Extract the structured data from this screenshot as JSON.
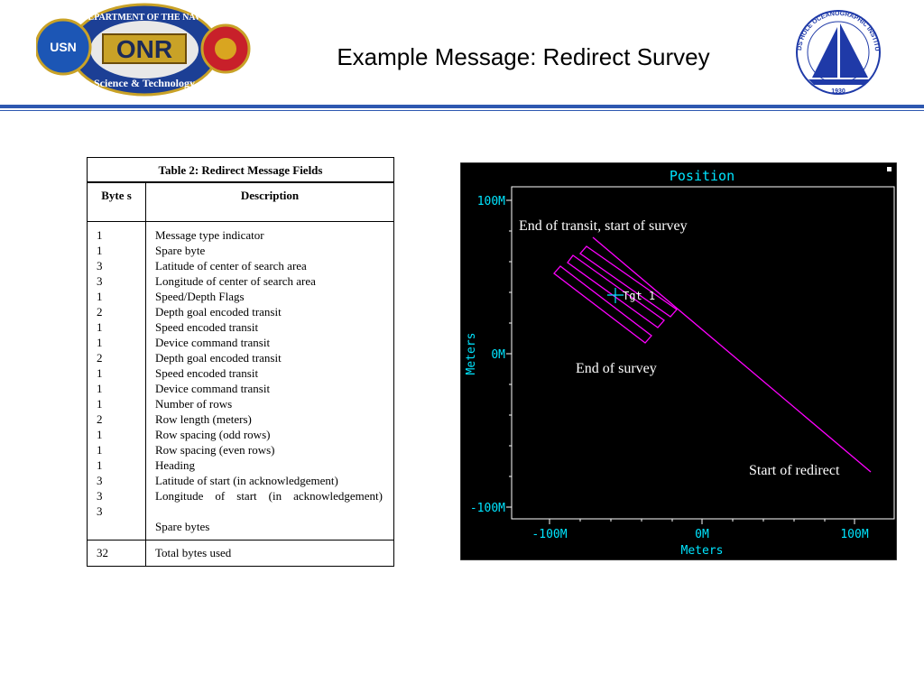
{
  "title": "Example Message: Redirect Survey",
  "header": {
    "left_logo": {
      "ring_text": "DEPARTMENT OF THE NAVY",
      "center_text": "ONR",
      "bottom_text": "Science & Technology",
      "badge_text": "USN"
    },
    "right_logo": {
      "ring_text": "WOODS HOLE OCEANOGRAPHIC INSTITUTION",
      "year": "1930"
    }
  },
  "table": {
    "caption": "Table 2: Redirect Message Fields",
    "col_bytes": "Byte s",
    "col_desc": "Description",
    "rows": [
      {
        "bytes": "1",
        "desc": "Message type indicator"
      },
      {
        "bytes": "1",
        "desc": "Spare byte"
      },
      {
        "bytes": "3",
        "desc": "Latitude of center of search area"
      },
      {
        "bytes": "3",
        "desc": "Longitude of center of search area"
      },
      {
        "bytes": "1",
        "desc": "Speed/Depth Flags"
      },
      {
        "bytes": "2",
        "desc": "Depth goal encoded transit"
      },
      {
        "bytes": "1",
        "desc": "Speed encoded transit"
      },
      {
        "bytes": "1",
        "desc": "Device command transit"
      },
      {
        "bytes": "2",
        "desc": "Depth goal encoded transit"
      },
      {
        "bytes": "1",
        "desc": "Speed encoded transit"
      },
      {
        "bytes": "1",
        "desc": "Device command transit"
      },
      {
        "bytes": "1",
        "desc": "Number of rows"
      },
      {
        "bytes": "2",
        "desc": "Row length (meters)"
      },
      {
        "bytes": "1",
        "desc": "Row spacing (odd rows)"
      },
      {
        "bytes": "1",
        "desc": "Row spacing (even rows)"
      },
      {
        "bytes": "1",
        "desc": "Heading"
      },
      {
        "bytes": "3",
        "desc": "Latitude of start (in acknowledgement)"
      },
      {
        "bytes": "3",
        "desc": "Longitude of start (in acknowledgement)"
      },
      {
        "bytes": "3",
        "desc": "Spare bytes"
      }
    ],
    "total_bytes": "32",
    "total_desc": "Total bytes used"
  },
  "plot": {
    "title": "Position",
    "ylabel": "Meters",
    "xlabel": "Meters",
    "y_ticks": [
      "100M",
      "0M",
      "-100M"
    ],
    "x_ticks": [
      "-100M",
      "0M",
      "100M"
    ],
    "target_label": "Tgt 1",
    "annotations": {
      "transit": "End of transit, start of survey",
      "end_survey": "End of survey",
      "start_redirect": "Start of redirect"
    },
    "colors": {
      "background": "#000000",
      "axis": "#ffffff",
      "text": "#00e5ff",
      "track": "#ff00ff"
    }
  }
}
